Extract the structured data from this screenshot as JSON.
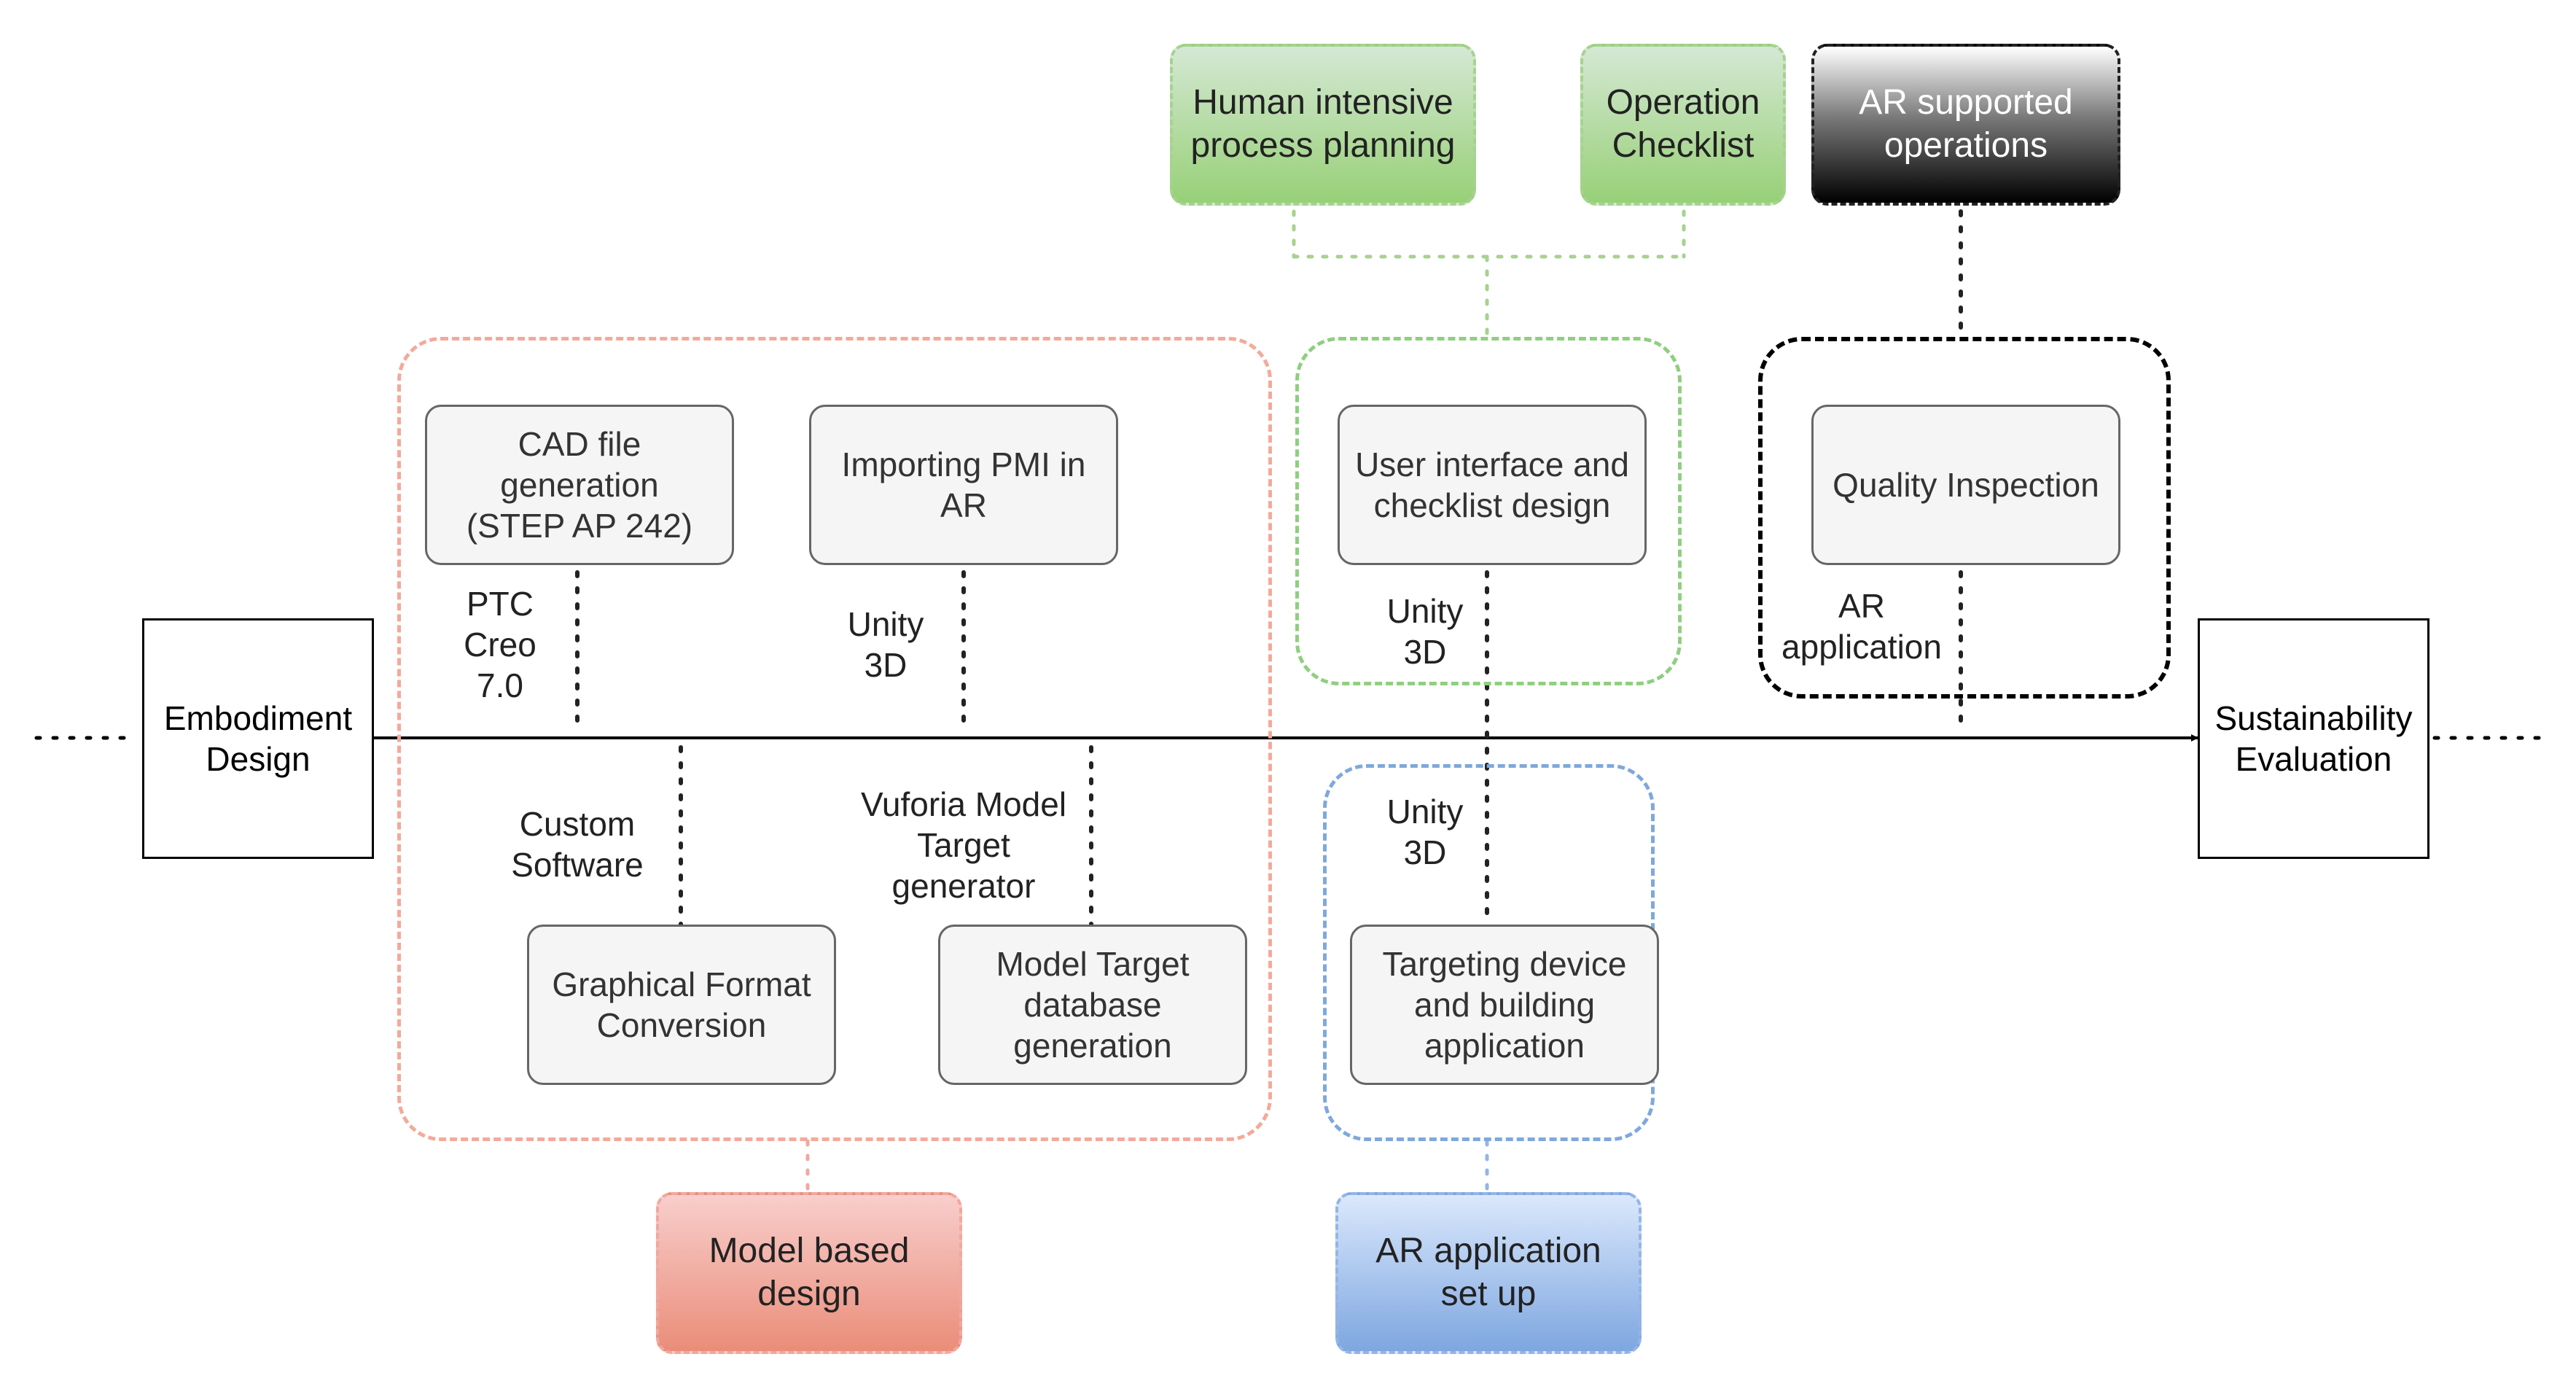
{
  "stages": {
    "embodiment": "Embodiment\nDesign",
    "sustainability": "Sustainability\nEvaluation"
  },
  "processes": {
    "cad_file": "CAD file\ngeneration\n(STEP AP 242)",
    "importing_pmi": "Importing PMI in\nAR",
    "graphical_format": "Graphical Format\nConversion",
    "model_target_db": "Model Target\ndatabase\ngeneration",
    "ui_checklist": "User interface and\nchecklist  design",
    "targeting_device": "Targeting device\nand building\napplication",
    "quality_inspection": "Quality Inspection"
  },
  "tools": {
    "ptc_creo": "PTC\nCreo\n7.0",
    "unity_pmi": "Unity\n3D",
    "custom_software": "Custom\nSoftware",
    "vuforia": "Vuforia Model\nTarget\ngenerator",
    "unity_ui": "Unity\n3D",
    "unity_targeting": "Unity\n3D",
    "ar_application": "AR\napplication"
  },
  "categories": {
    "human_planning": "Human intensive\nprocess planning",
    "operation_checklist": "Operation\nChecklist",
    "ar_supported": "AR supported\noperations",
    "model_based": "Model based\ndesign",
    "ar_setup": "AR application\nset up"
  },
  "colors": {
    "model_based_region": "#f4a99a",
    "ui_region": "#8fcf80",
    "quality_region": "#000000",
    "ar_setup_region": "#7fa8dc"
  }
}
